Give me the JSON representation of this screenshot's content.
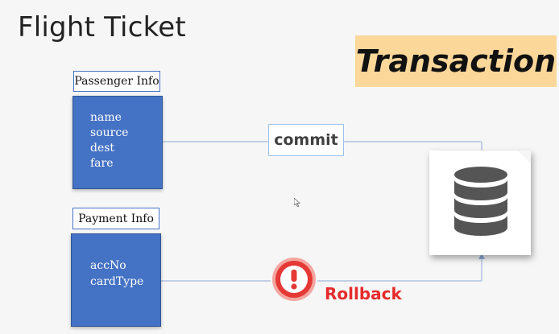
{
  "slide": {
    "title": "Flight Ticket",
    "banner": "Transaction"
  },
  "passenger": {
    "header": "Passenger Info",
    "fields": [
      "name",
      "source",
      "dest",
      "fare"
    ]
  },
  "payment": {
    "header": "Payment Info",
    "fields": [
      "accNo",
      "cardType"
    ]
  },
  "flows": {
    "commit_label": "commit",
    "rollback_label": "Rollback"
  },
  "icons": {
    "database": "database-icon",
    "alert": "exclamation-alert-icon"
  },
  "colors": {
    "box_blue": "#4472c4",
    "banner_bg": "#fbd799",
    "rollback_red": "#e52b2b",
    "alert_red": "#e53935",
    "connector": "#7f9fcf"
  }
}
